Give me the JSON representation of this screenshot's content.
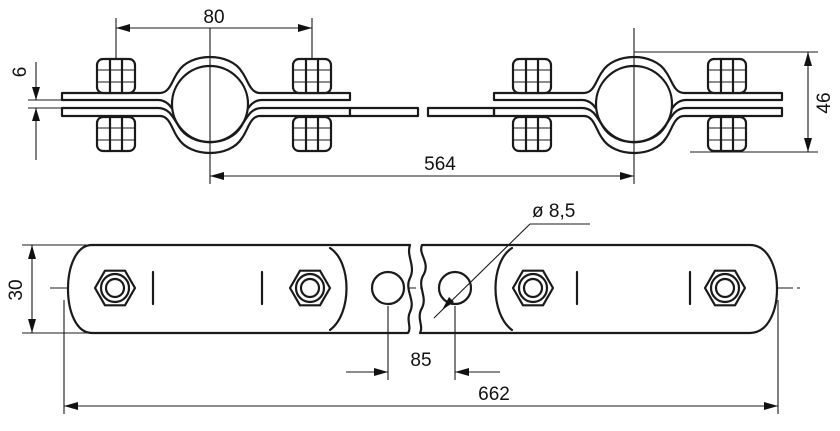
{
  "drawing": {
    "dimensions": {
      "bolt_spacing": "80",
      "strap_thickness": "6",
      "clamp_height": "46",
      "clamp_spacing": "564",
      "hole_diameter": "ø 8,5",
      "strap_width": "30",
      "hole_spacing": "85",
      "overall_length": "662"
    }
  }
}
